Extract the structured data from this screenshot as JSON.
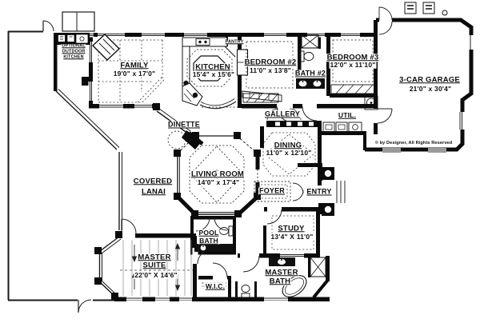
{
  "plan": {
    "copyright": "© by Designer, All Rights Reserved",
    "rooms": {
      "outdoor_kitchen": {
        "line1": "OPTIONAL",
        "line2": "OUTDOOR",
        "line3": "KITCHEN"
      },
      "family": {
        "name": "FAMILY",
        "dims": "19'0\" x 17'0\""
      },
      "kitchen": {
        "name": "KITCHEN",
        "dims": "15'4\" x 15'6\""
      },
      "pantry": {
        "name": "PANTRY"
      },
      "bedroom2": {
        "name": "BEDROOM #2",
        "dims": "11'0\" x 13'8\""
      },
      "bath2": {
        "name": "BATH #2"
      },
      "bedroom3": {
        "name": "BEDROOM #3",
        "dims": "12'0\" x 11'10\""
      },
      "garage": {
        "name": "3-CAR GARAGE",
        "dims": "21'0\" x 30'4\""
      },
      "dinette": {
        "name": "DINETTE"
      },
      "gallery": {
        "name": "GALLERY"
      },
      "util": {
        "name": "UTIL."
      },
      "dining": {
        "name": "DINING",
        "dims": "11'0\" x 12'10\""
      },
      "living": {
        "name": "LIVING ROOM",
        "dims": "14'0\" x 17'4\""
      },
      "lanai": {
        "line1": "COVERED",
        "line2": "LANAI"
      },
      "foyer": {
        "name": "FOYER"
      },
      "entry": {
        "name": "ENTRY"
      },
      "study": {
        "name": "STUDY",
        "dims": "13'4\" X 11'0\""
      },
      "pool_bath": {
        "line1": "POOL",
        "line2": "BATH"
      },
      "master_suite": {
        "line1": "MASTER",
        "line2": "SUITE",
        "dims": "22'0\" X 14'6\""
      },
      "master_bath": {
        "line1": "MASTER",
        "line2": "BATH"
      },
      "wic": {
        "name": "W.I.C."
      }
    }
  }
}
